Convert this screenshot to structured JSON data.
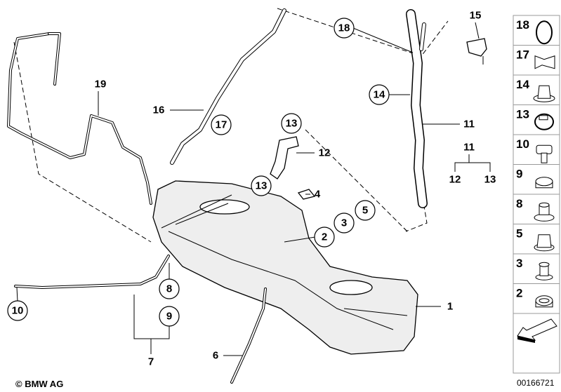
{
  "diagram": {
    "callouts": {
      "c18": "18",
      "c15": "15",
      "c14": "14",
      "c17": "17",
      "c16": "16",
      "c19": "19",
      "c13a": "13",
      "c12a": "12",
      "c11a": "11",
      "c11b": "11",
      "c12b": "12",
      "c13b": "13",
      "c13c": "13",
      "c4": "4",
      "c5": "5",
      "c3": "3",
      "c2": "2",
      "c1": "1",
      "c8": "8",
      "c9": "9",
      "c7": "7",
      "c10": "10",
      "c6": "6"
    },
    "circled": [
      "18",
      "14",
      "17",
      "13",
      "13",
      "5",
      "3",
      "2",
      "8",
      "9",
      "10"
    ]
  },
  "sidebar": {
    "items": [
      {
        "number": "18",
        "icon": "o-ring-icon"
      },
      {
        "number": "17",
        "icon": "clip-icon"
      },
      {
        "number": "14",
        "icon": "collar-nut-icon"
      },
      {
        "number": "13",
        "icon": "hose-clamp-icon"
      },
      {
        "number": "10",
        "icon": "hex-bolt-icon"
      },
      {
        "number": "9",
        "icon": "rubber-mount-icon"
      },
      {
        "number": "8",
        "icon": "grommet-icon"
      },
      {
        "number": "5",
        "icon": "hex-nut-icon"
      },
      {
        "number": "3",
        "icon": "sleeve-icon"
      },
      {
        "number": "2",
        "icon": "rubber-grommet-icon"
      }
    ],
    "arrow_icon": "direction-arrow-icon"
  },
  "footer": {
    "copyright": "© BMW AG",
    "diagram_id": "00166721"
  }
}
